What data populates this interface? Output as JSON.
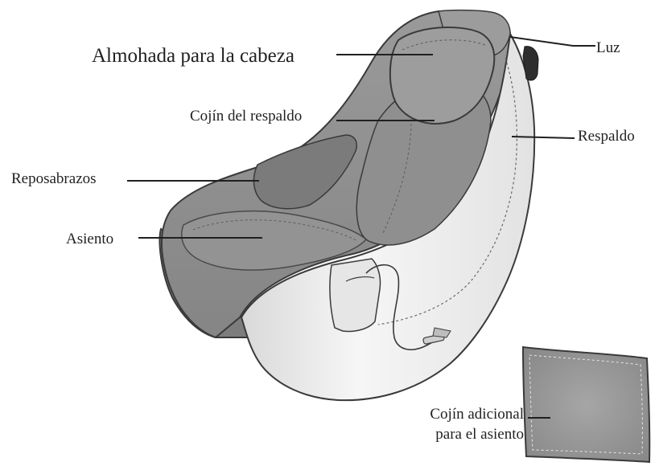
{
  "labels": {
    "head_pillow": "Almohada para la cabeza",
    "back_cushion": "Cojín del respaldo",
    "light": "Luz",
    "backrest": "Respaldo",
    "armrest": "Reposabrazos",
    "seat": "Asiento",
    "extra_cushion_line1": "Cojín adicional",
    "extra_cushion_line2": "para el asiento"
  },
  "colors": {
    "upholstery": "#8e8e8e",
    "upholstery_dark": "#6f6f6f",
    "shell": "#eeeeee",
    "outline": "#3a3a3a",
    "leader_line": "#231f20",
    "cushion": "#9a9a9a"
  }
}
